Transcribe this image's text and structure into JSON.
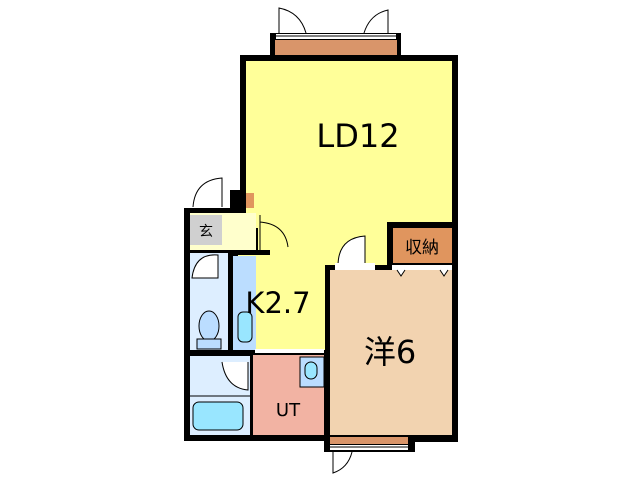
{
  "floorplan": {
    "rooms": {
      "ld": {
        "label": "LD12",
        "color": "#FFFF99"
      },
      "kitchen": {
        "label": "K2.7",
        "color": "#FFFF99"
      },
      "western": {
        "label": "洋6",
        "color": "#F2D3B0"
      },
      "storage": {
        "label": "収納",
        "color": "#E0955E"
      },
      "ut": {
        "label": "UT",
        "color": "#F2B3A3"
      },
      "entrance": {
        "label": "玄",
        "color": "#D0D0D0"
      },
      "bath": {
        "color": "#DDEEFF"
      },
      "toilet": {
        "color": "#DDEEFF"
      }
    },
    "balcony_color": "#D9956A",
    "wall_color": "#000000"
  }
}
